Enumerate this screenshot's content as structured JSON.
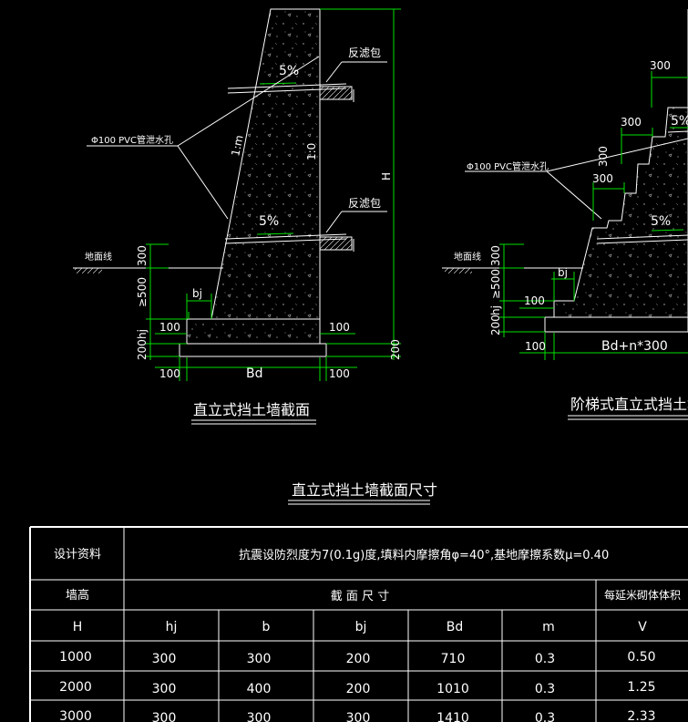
{
  "drawing": {
    "left": {
      "title": "直立式挡土墙截面",
      "filter_label_1": "反滤包",
      "filter_label_2": "反滤包",
      "pipe_label": "Φ100 PVC管泄水孔",
      "ground_label": "地面线",
      "slope_1": "5%",
      "slope_2": "5%",
      "batter": "1:m",
      "ratio": "1:0",
      "height": "H",
      "dim_300": "300",
      "dim_500": "≥500",
      "dim_bj": "bj",
      "dim_hj": "hj",
      "dim_100_a": "100",
      "dim_100_b": "100",
      "dim_100_c": "100",
      "dim_100_d": "100",
      "dim_200_a": "200",
      "dim_200_b": "200",
      "dim_bd": "Bd"
    },
    "right": {
      "title": "阶梯式直立式挡土墙截",
      "pipe_label": "Φ100 PVC管泄水孔",
      "ground_label": "地面线",
      "step_1": "300",
      "step_2": "300",
      "step_3": "300",
      "step_4": "300",
      "slope_1": "5%",
      "slope_2": "5%",
      "dim_300": "300",
      "dim_500": "≥500",
      "dim_bj": "bj",
      "dim_hj": "hj",
      "dim_100_a": "100",
      "dim_100_b": "100",
      "dim_200": "200",
      "dim_bd": "Bd+n*300"
    }
  },
  "table": {
    "title": "直立式挡土墙截面尺寸",
    "design_label": "设计资料",
    "design_text": "抗震设防烈度为7(0.1g)度,填料内摩擦角φ=40°,基地摩擦系数μ=0.40",
    "wall_height_label": "墙高",
    "section_label": "截 面 尺 寸",
    "volume_label": "每延米砌体体积",
    "columns": [
      "H",
      "hj",
      "b",
      "bj",
      "Bd",
      "m",
      "V"
    ],
    "rows": [
      [
        "1000",
        "300",
        "300",
        "200",
        "710",
        "0.3",
        "0.50"
      ],
      [
        "2000",
        "300",
        "400",
        "200",
        "1010",
        "0.3",
        "1.25"
      ],
      [
        "3000",
        "300",
        "300",
        "300",
        "1410",
        "0.3",
        "2.33"
      ]
    ]
  }
}
